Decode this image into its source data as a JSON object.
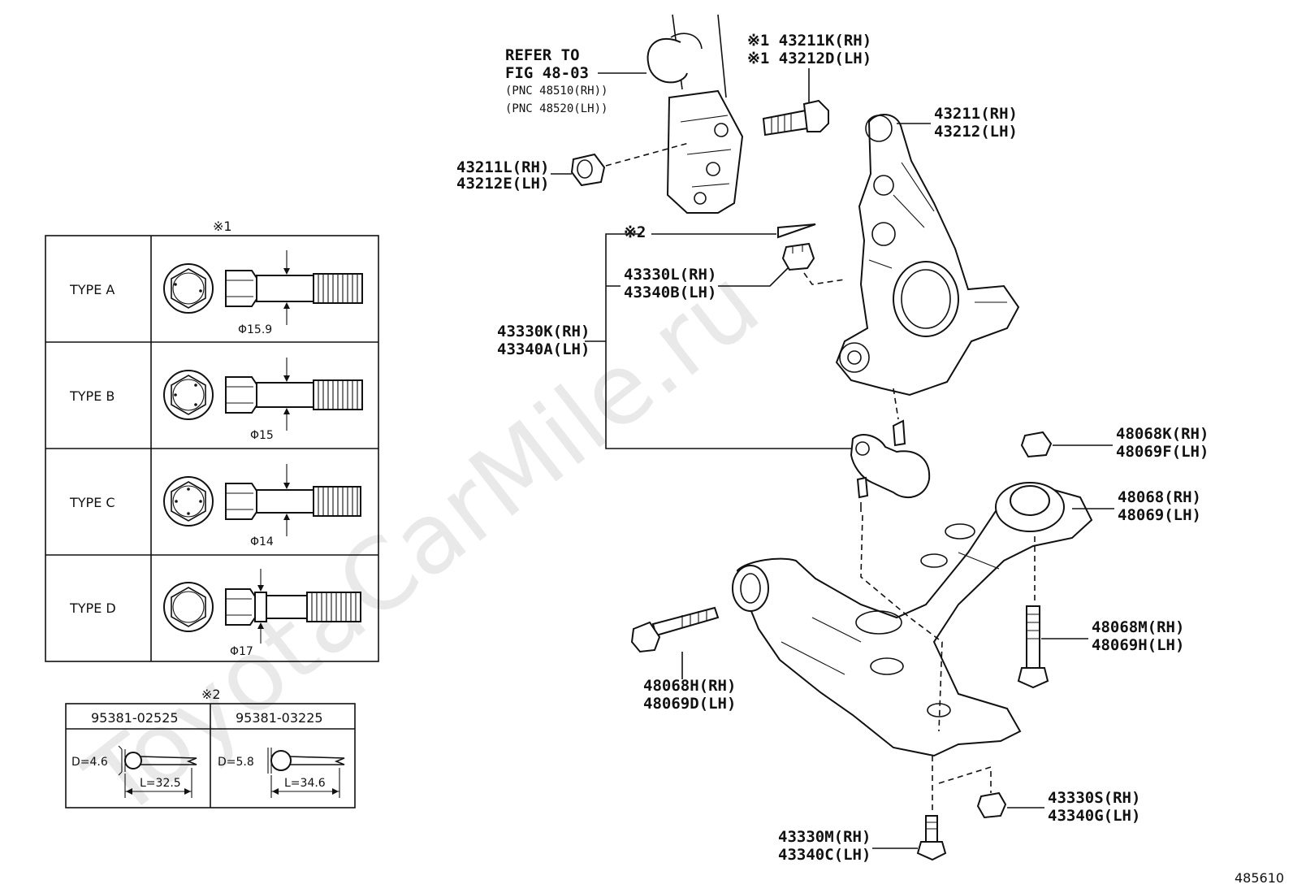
{
  "watermark": "ToyotaCarMile.ru",
  "figure_number": "485610",
  "callouts": {
    "refer_line1": "REFER TO",
    "refer_line2": "FIG 48-03",
    "pnc_rh": "(PNC 48510(RH))",
    "pnc_lh": "(PNC 48520(LH))",
    "bolt_rh": "※1 43211K(RH)",
    "bolt_lh": "※1 43212D(LH)",
    "nut_rh": "43211L(RH)",
    "nut_lh": "43212E(LH)",
    "knuckle_rh": "43211(RH)",
    "knuckle_lh": "43212(LH)",
    "pin_ref": "※2",
    "balljoint_nut_rh": "43330L(RH)",
    "balljoint_nut_lh": "43340B(LH)",
    "balljoint_rh": "43330K(RH)",
    "balljoint_lh": "43340A(LH)",
    "arm_nut_rh": "48068K(RH)",
    "arm_nut_lh": "48069F(LH)",
    "arm_rh": "48068(RH)",
    "arm_lh": "48069(LH)",
    "rear_bolt_rh": "48068M(RH)",
    "rear_bolt_lh": "48069H(LH)",
    "front_bolt_rh": "48068H(RH)",
    "front_bolt_lh": "48069D(LH)",
    "lower_nut_rh": "43330S(RH)",
    "lower_nut_lh": "43340G(LH)",
    "lower_bolt_rh": "43330M(RH)",
    "lower_bolt_lh": "43340C(LH)"
  },
  "bolt_table": {
    "title": "※1",
    "rows": [
      {
        "type": "TYPE  A",
        "dim": "Φ15.9"
      },
      {
        "type": "TYPE  B",
        "dim": "Φ15"
      },
      {
        "type": "TYPE  C",
        "dim": "Φ14"
      },
      {
        "type": "TYPE  D",
        "dim": "Φ17"
      }
    ]
  },
  "pin_table": {
    "title": "※2",
    "cols": [
      {
        "part": "95381-02525",
        "d": "D=4.6",
        "l": "L=32.5"
      },
      {
        "part": "95381-03225",
        "d": "D=5.8",
        "l": "L=34.6"
      }
    ]
  }
}
